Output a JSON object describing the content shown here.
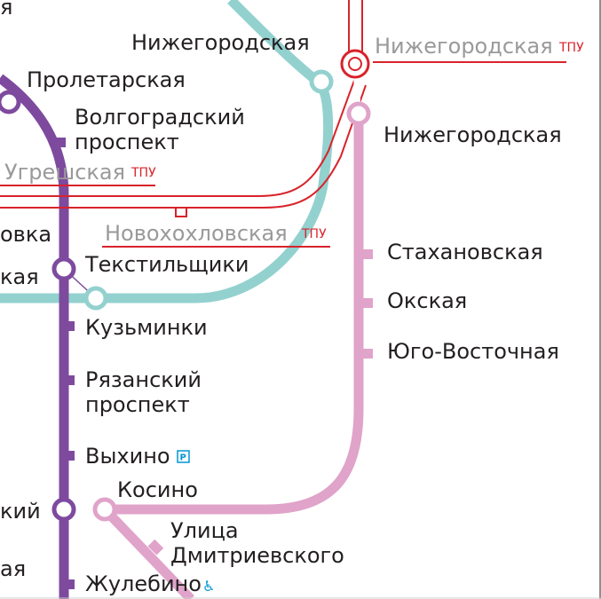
{
  "colors": {
    "purple_line": "#7e4a9e",
    "pink_line": "#e0a3c9",
    "teal_line": "#93d1cf",
    "rail_red": "#d8232a",
    "station_text": "#231f20",
    "tpu_grey_text": "#9a9a9a",
    "accessible_blue": "#0095d5"
  },
  "icons": {
    "parking_glyph": "P",
    "accessible_glyph": "♿"
  },
  "labels": {
    "partial_top": "я",
    "nizhegorodskaya_teal": "Нижегородская",
    "nizhegorodskaya_tpu_name": "Нижегородская",
    "nizhegorodskaya_tpu_suffix": "ТПУ",
    "nizhegorodskaya_pink": "Нижегородская",
    "proletarskaya": "Пролетарская",
    "volgogradsky_1": "Волгоградский",
    "volgogradsky_2": "проспект",
    "ugreshskaya_tpu_name": "Угрешская",
    "ugreshskaya_tpu_suffix": "ТПУ",
    "novokhokhlovskaya_tpu_name": "Новохохловская",
    "novokhokhlovskaya_tpu_suffix": "ТПУ",
    "partial_ovka": "овка",
    "partial_kaya": "кая",
    "tekstilshchiki": "Текстильщики",
    "stakhanovskaya": "Стахановская",
    "okskaya": "Окская",
    "yugo_vostochnaya": "Юго-Восточная",
    "kuzminki": "Кузьминки",
    "ryazansky_1": "Рязанский",
    "ryazansky_2": "проспект",
    "vykhino": "Выхино",
    "kosino": "Косино",
    "partial_kiy": "кий",
    "ulitsa_1": "Улица",
    "ulitsa_2": "Дмитриевского",
    "partial_aya": "ая",
    "zhulebino": "Жулебино"
  }
}
